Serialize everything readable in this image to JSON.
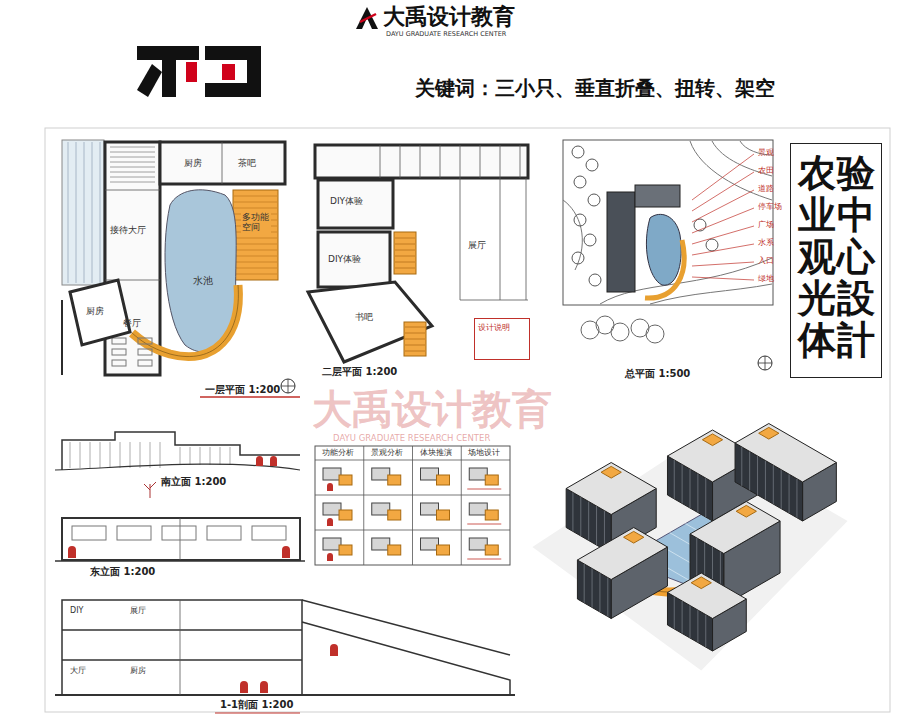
{
  "diagram": {
    "title": "关键词：三小只、垂直折叠、扭转、架空",
    "nodes": [
      {
        "text": [
          "农业观光体",
          "验中心設計"
        ]
      },
      {
        "text": [
          "设计说明"
        ]
      }
    ],
    "labels": [
      "大禹设计教育",
      "DAYU GRADUATE RESEARCH CENTER",
      "厨房",
      "茶吧",
      "接待大厅",
      "水池",
      "多功能空间",
      "厨房",
      "餐厅",
      "一层平面 1:200",
      "DIY体验",
      "DIY体验",
      "展厅",
      "书吧",
      "二层平面 1:200",
      "景观",
      "农田",
      "道路",
      "停车场",
      "广场",
      "水系",
      "入口",
      "绿地",
      "总平面 1:500",
      "南立面 1:200",
      "东立面 1:200",
      "功能分析",
      "景观分析",
      "体块推演",
      "场地设计",
      "DIY",
      "展厅",
      "大厅",
      "厨房",
      "1-1剖面 1:200",
      "大禹设计教育",
      "DAYU GRADUATE RESEARCH CENTER"
    ]
  }
}
